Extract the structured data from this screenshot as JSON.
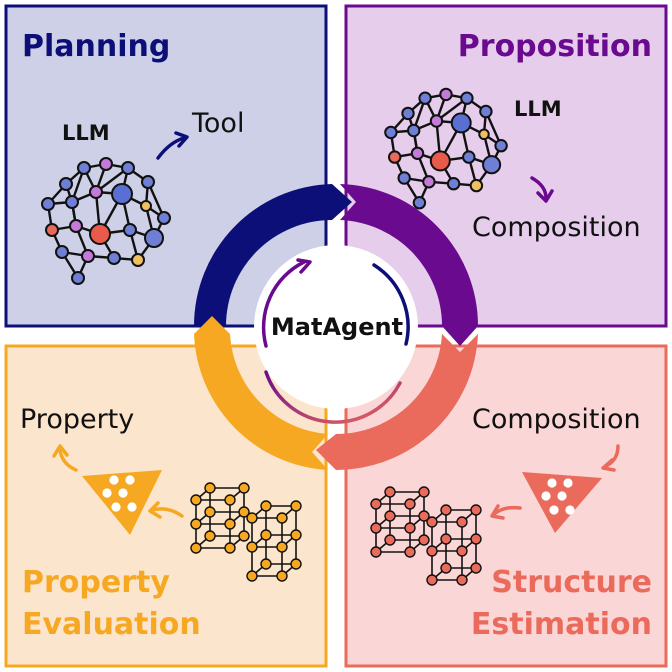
{
  "quadrants": {
    "planning": {
      "title": "Planning",
      "llm_label": "LLM",
      "output_label": "Tool",
      "bg": "#cdd0e6",
      "border": "#0d0f78",
      "accent": "#0d0f78"
    },
    "proposition": {
      "title": "Proposition",
      "llm_label": "LLM",
      "output_label": "Composition",
      "bg": "#e6cdeb",
      "border": "#6a0a8e",
      "accent": "#6a0a8e"
    },
    "structure": {
      "title_line1": "Structure",
      "title_line2": "Estimation",
      "input_label": "Composition",
      "bg": "#fbd6d6",
      "border": "#ea6a5c",
      "accent": "#ea6a5c"
    },
    "property": {
      "title_line1": "Property",
      "title_line2": "Evaluation",
      "output_label": "Property",
      "bg": "#fbe5cc",
      "border": "#f7a823",
      "accent": "#f7a823"
    }
  },
  "center": {
    "label": "MatAgent"
  },
  "ring_colors": {
    "top_left": "#0d0f78",
    "top_right": "#6a0a8e",
    "bottom_right": "#ea6a5c",
    "bottom_left": "#f7a823"
  },
  "icons": [
    "brain-network-icon",
    "brain-network-icon",
    "crystal-lattice-icon",
    "crystal-lattice-icon",
    "powder-scoop-icon",
    "powder-scoop-icon"
  ]
}
